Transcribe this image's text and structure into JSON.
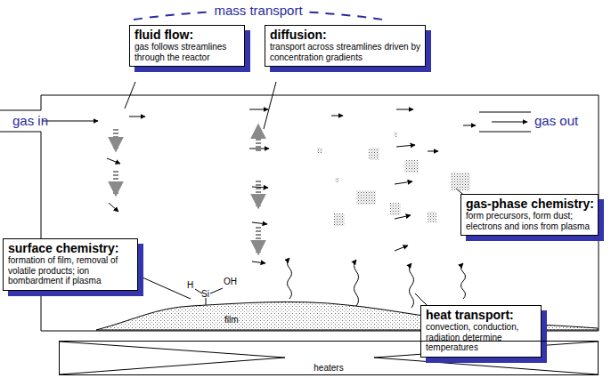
{
  "diagram": {
    "nodes": [
      {
        "text": [
          "fluid flow:",
          "gas follows streamlines through the reactor"
        ]
      },
      {
        "text": [
          "diffusion:",
          "transport across streamlines driven by concentration gradients"
        ]
      },
      {
        "text": [
          "gas-phase chemistry:",
          "form precursors, form dust; electrons and ions from plasma"
        ]
      },
      {
        "text": [
          "surface chemistry:",
          "formation of film, removal of volatile products; ion bombardment if plasma"
        ]
      },
      {
        "text": [
          "heat transport:",
          "convection, conduction, radiation determine temperatures"
        ]
      },
      {
        "text": [
          "heaters"
        ]
      }
    ],
    "labels": [
      "mass transport",
      "gas in",
      "gas out",
      "H",
      "OH",
      "Si",
      "film"
    ]
  }
}
